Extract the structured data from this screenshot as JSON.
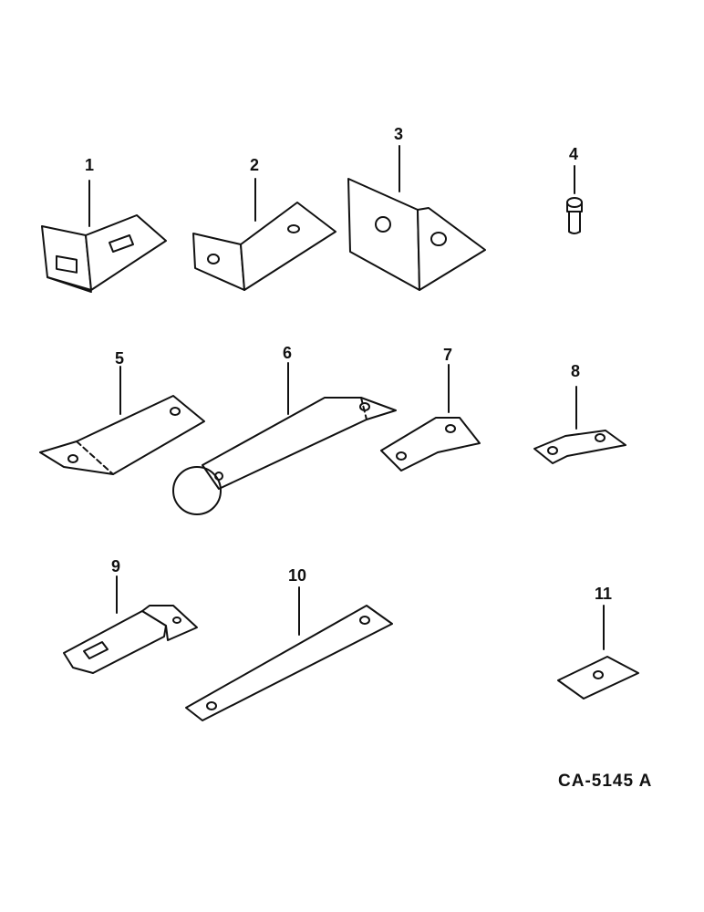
{
  "parts": [
    {
      "label": "1"
    },
    {
      "label": "2"
    },
    {
      "label": "3"
    },
    {
      "label": "4"
    },
    {
      "label": "5"
    },
    {
      "label": "6"
    },
    {
      "label": "7"
    },
    {
      "label": "8"
    },
    {
      "label": "9"
    },
    {
      "label": "10"
    },
    {
      "label": "11"
    }
  ],
  "drawing_code": "CA-5145 A"
}
